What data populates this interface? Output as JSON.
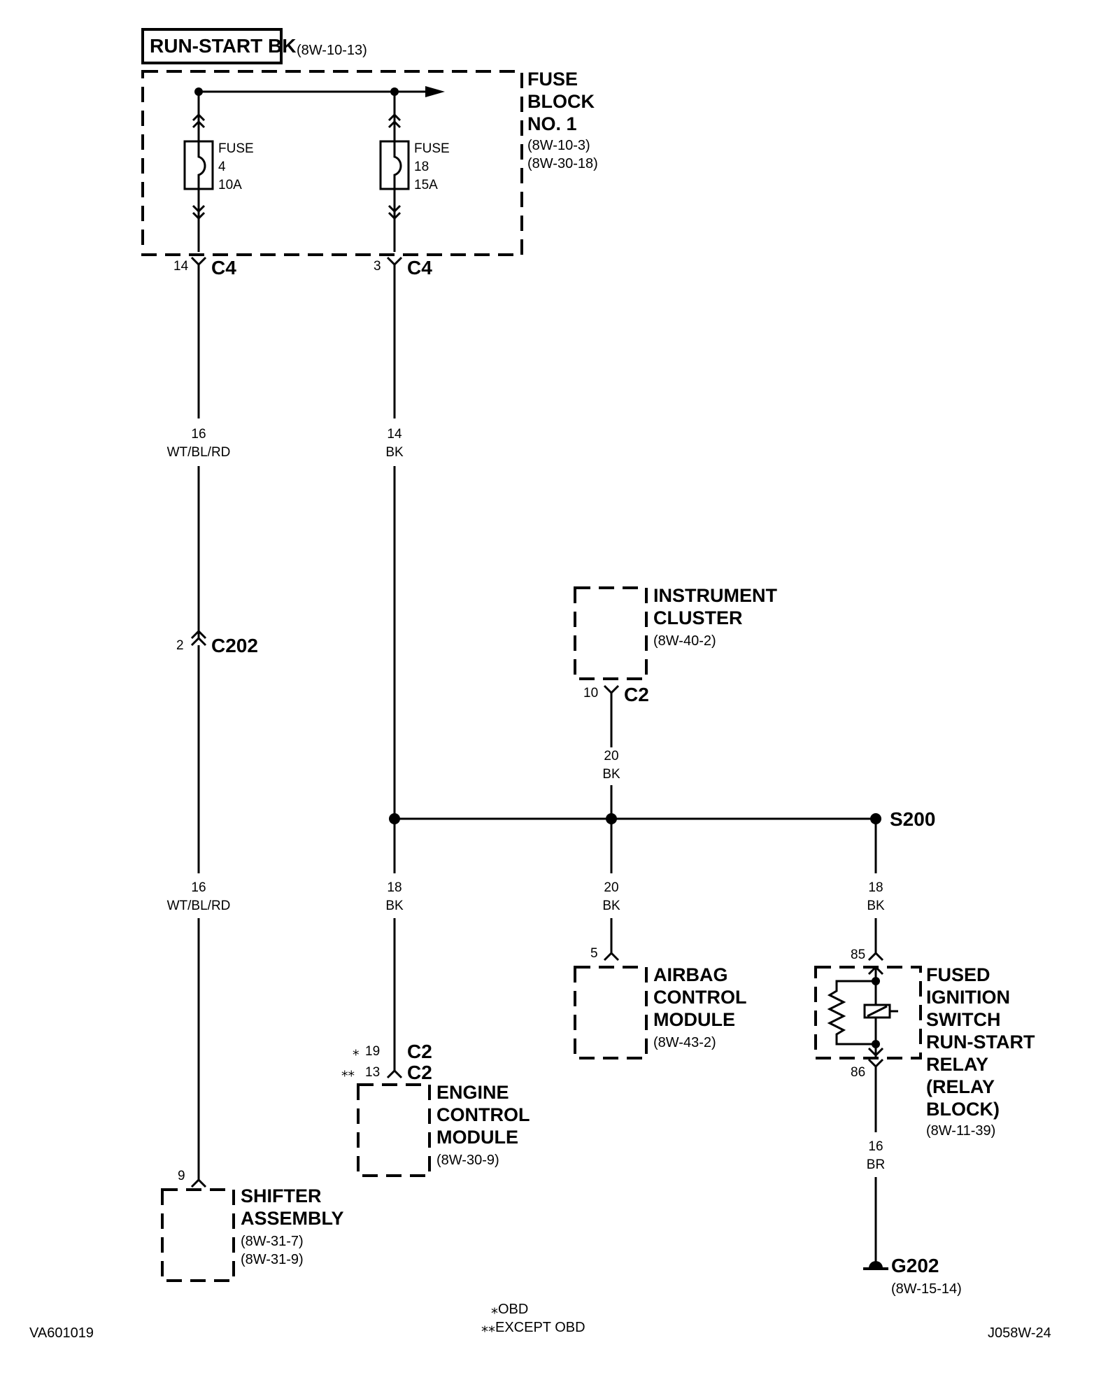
{
  "header": {
    "title": "RUN-START BK",
    "title_ref": "(8W-10-13)"
  },
  "fuse_block": {
    "name_lines": [
      "FUSE",
      "BLOCK",
      "NO. 1"
    ],
    "refs": [
      "(8W-10-3)",
      "(8W-30-18)"
    ],
    "fuses": [
      {
        "lines": [
          "FUSE",
          "4",
          "10A"
        ]
      },
      {
        "lines": [
          "FUSE",
          "18",
          "15A"
        ]
      }
    ]
  },
  "connectors": {
    "c4_left": {
      "pin": "14",
      "name": "C4"
    },
    "c4_right": {
      "pin": "3",
      "name": "C4"
    },
    "c202": {
      "pin": "2",
      "name": "C202"
    },
    "c2_cluster": {
      "pin": "10",
      "name": "C2"
    },
    "c2_ecm_obd": {
      "pin": "19",
      "name": "C2",
      "marker": "⁎"
    },
    "c2_ecm_except": {
      "pin": "13",
      "name": "C2",
      "marker": "⁎⁎"
    },
    "airbag_pin": "5",
    "relay_pin_top": "85",
    "relay_pin_bottom": "86",
    "shifter_pin": "9"
  },
  "wires": {
    "left_upper": {
      "gauge": "16",
      "color": "WT/BL/RD"
    },
    "right_upper": {
      "gauge": "14",
      "color": "BK"
    },
    "left_lower": {
      "gauge": "16",
      "color": "WT/BL/RD"
    },
    "cluster": {
      "gauge": "20",
      "color": "BK"
    },
    "ecm": {
      "gauge": "18",
      "color": "BK"
    },
    "airbag": {
      "gauge": "20",
      "color": "BK"
    },
    "relay_in": {
      "gauge": "18",
      "color": "BK"
    },
    "relay_out": {
      "gauge": "16",
      "color": "BR"
    }
  },
  "splice": "S200",
  "components": {
    "instrument_cluster": {
      "lines": [
        "INSTRUMENT",
        "CLUSTER"
      ],
      "ref": "(8W-40-2)"
    },
    "airbag_module": {
      "lines": [
        "AIRBAG",
        "CONTROL",
        "MODULE"
      ],
      "ref": "(8W-43-2)"
    },
    "engine_module": {
      "lines": [
        "ENGINE",
        "CONTROL",
        "MODULE"
      ],
      "ref": "(8W-30-9)"
    },
    "shifter": {
      "lines": [
        "SHIFTER",
        "ASSEMBLY"
      ],
      "refs": [
        "(8W-31-7)",
        "(8W-31-9)"
      ]
    },
    "relay": {
      "lines": [
        "FUSED",
        "IGNITION",
        "SWITCH",
        "RUN-START",
        "RELAY",
        "(RELAY",
        "BLOCK)"
      ],
      "ref": "(8W-11-39)"
    }
  },
  "ground": {
    "name": "G202",
    "ref": "(8W-15-14)"
  },
  "legend": {
    "obd": "⁎OBD",
    "except_obd": "⁎⁎EXCEPT OBD"
  },
  "footer": {
    "left_code": "VA601019",
    "right_code": "J058W-24"
  }
}
